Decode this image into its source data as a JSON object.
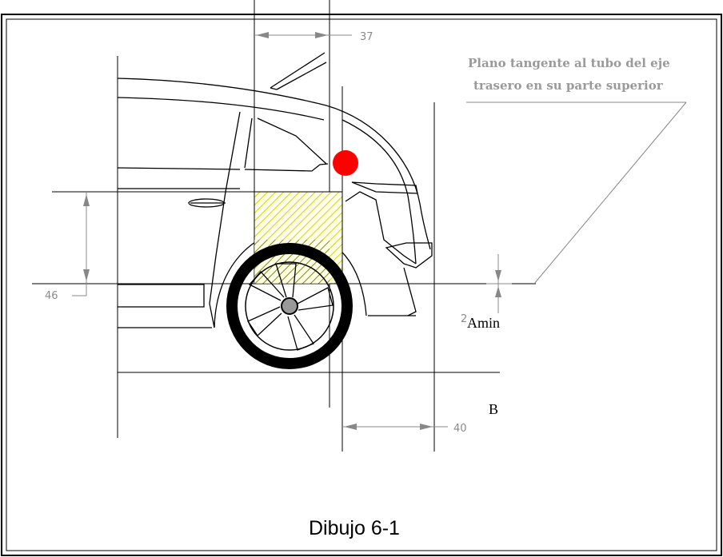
{
  "figure": {
    "annotation_lines": [
      "Plano tangente al tubo del eje",
      "trasero en su parte superior"
    ],
    "dimensions": {
      "d37": "37",
      "d46": "46",
      "d40": "40",
      "d2": "2"
    },
    "labels": {
      "amin": "Amin",
      "b": "B"
    },
    "caption": "Dibujo 6-1",
    "colors": {
      "marker": "#ff0000",
      "hatch": "#d8d800",
      "frame": "#000000",
      "dimension": "#888888"
    }
  }
}
